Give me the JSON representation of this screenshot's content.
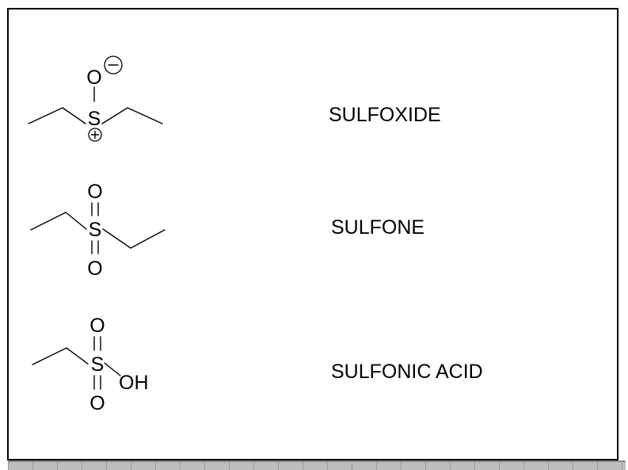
{
  "compounds": [
    {
      "name": "SULFOXIDE",
      "atoms": {
        "sulfur": "S",
        "oxygen": "O"
      },
      "charges": {
        "oxygen": "−",
        "sulfur": "+"
      }
    },
    {
      "name": "SULFONE",
      "atoms": {
        "sulfur": "S",
        "oxygen_top": "O",
        "oxygen_bottom": "O"
      }
    },
    {
      "name": "SULFONIC ACID",
      "atoms": {
        "sulfur": "S",
        "oxygen_top": "O",
        "oxygen_bottom": "O",
        "hydroxyl": "OH"
      }
    }
  ],
  "colors": {
    "ink": "#000000",
    "frame": "#000000",
    "ruler": "#bdbdbd"
  }
}
